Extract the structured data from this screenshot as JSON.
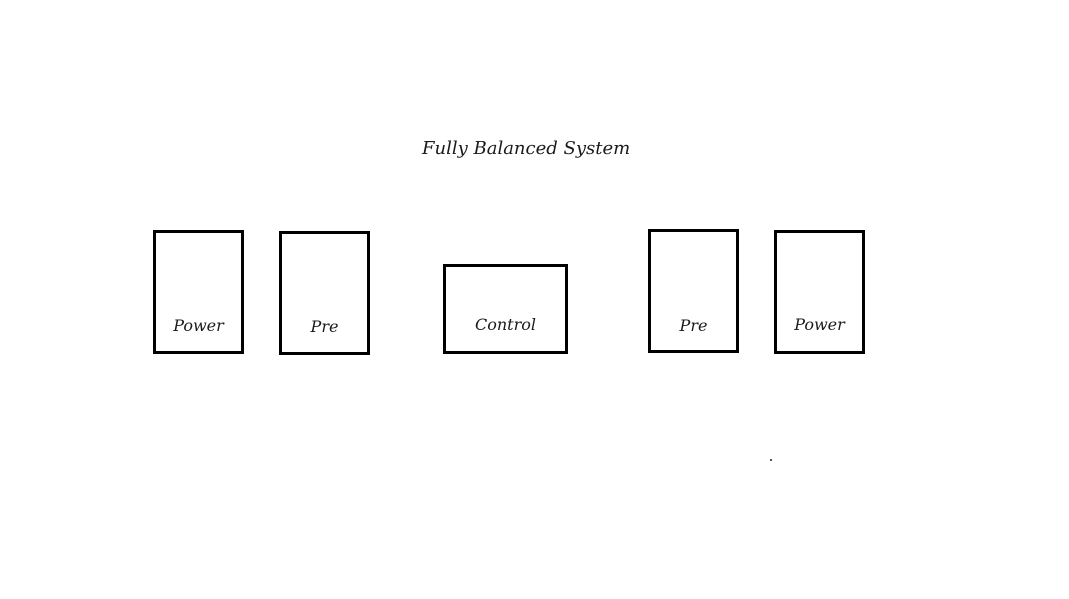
{
  "title": "Fully Balanced System",
  "blocks": [
    {
      "label": "Power"
    },
    {
      "label": "Pre"
    },
    {
      "label": "Control"
    },
    {
      "label": "Pre"
    },
    {
      "label": "Power"
    }
  ]
}
